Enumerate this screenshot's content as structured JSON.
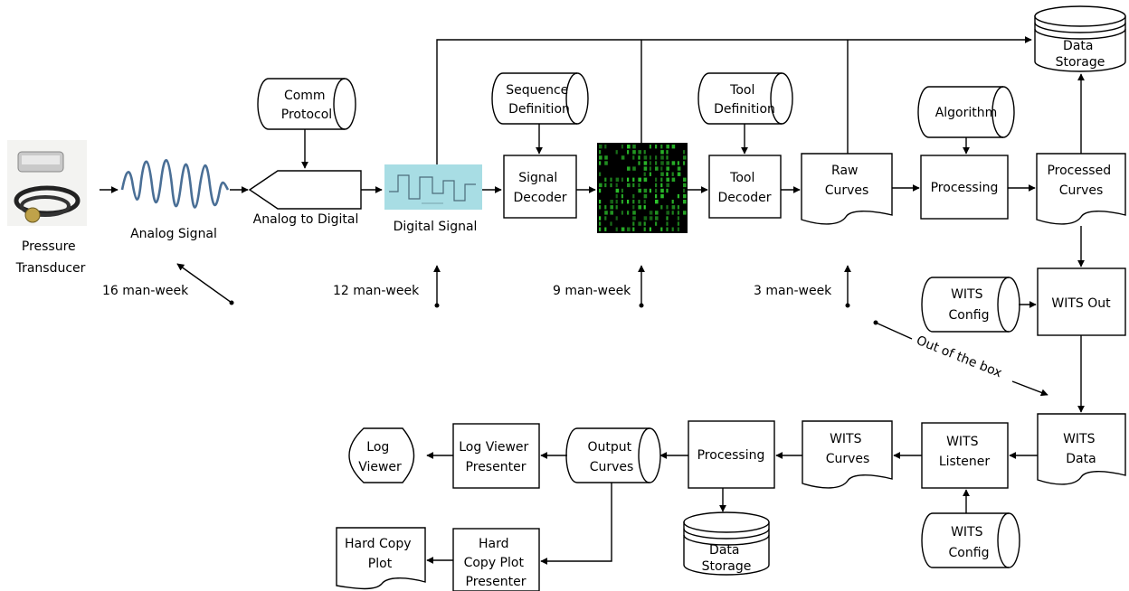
{
  "nodes": {
    "pressure_transducer": [
      "Pressure",
      "Transducer"
    ],
    "analog_signal": "Analog Signal",
    "comm_protocol": [
      "Comm",
      "Protocol"
    ],
    "analog_to_digital": "Analog to Digital",
    "digital_signal": "Digital Signal",
    "sequence_definition": [
      "Sequence",
      "Definition"
    ],
    "signal_decoder": [
      "Signal",
      "Decoder"
    ],
    "tool_definition": [
      "Tool",
      "Definition"
    ],
    "tool_decoder": [
      "Tool",
      "Decoder"
    ],
    "raw_curves": [
      "Raw",
      "Curves"
    ],
    "algorithm": "Algorithm",
    "processing_top": "Processing",
    "processed_curves": [
      "Processed",
      "Curves"
    ],
    "data_storage_top": [
      "Data",
      "Storage"
    ],
    "wits_config_top": [
      "WITS",
      "Config"
    ],
    "wits_out": "WITS Out",
    "wits_data": [
      "WITS",
      "Data"
    ],
    "wits_listener": [
      "WITS",
      "Listener"
    ],
    "wits_config_bottom": [
      "WITS",
      "Config"
    ],
    "wits_curves": [
      "WITS",
      "Curves"
    ],
    "processing_bottom": "Processing",
    "data_storage_bottom": [
      "Data",
      "Storage"
    ],
    "output_curves": [
      "Output",
      "Curves"
    ],
    "log_viewer_presenter": [
      "Log Viewer",
      "Presenter"
    ],
    "log_viewer": [
      "Log",
      "Viewer"
    ],
    "hard_copy_plot_presenter": [
      "Hard",
      "Copy Plot",
      "Presenter"
    ],
    "hard_copy_plot": [
      "Hard Copy",
      "Plot"
    ]
  },
  "annotations": {
    "effort_1": "16 man-week",
    "effort_2": "12 man-week",
    "effort_3": "9 man-week",
    "effort_4": "3 man-week",
    "out_of_box": "Out of the box"
  },
  "colors": {
    "digital_signal_bg": "#a8dde4",
    "matrix_bg": "#000000",
    "matrix_fg": "#2fd12f",
    "analog_wave": "#4a6f96"
  }
}
